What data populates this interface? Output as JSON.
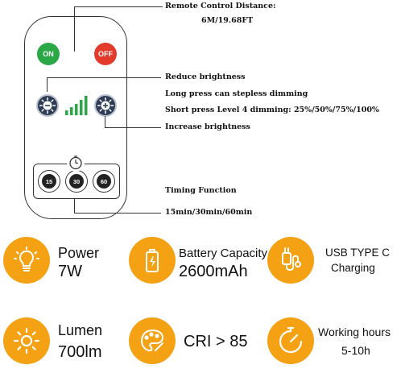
{
  "remote": {
    "on_label": "ON",
    "off_label": "OFF",
    "timer_labels": [
      "15",
      "30",
      "60"
    ]
  },
  "annotations": {
    "distance_title": "Remote Control Distance:",
    "distance_value": "6M/19.68FT",
    "reduce": "Reduce brightness",
    "long_press": "Long press can stepless dimming",
    "short_press": "Short press Level 4 dimming: 25%/50%/75%/100%",
    "increase": "Increase brightness",
    "timing_title": "Timing Function",
    "timing_values": "15min/30min/60min"
  },
  "features": {
    "power": {
      "title": "Power",
      "value": "7W",
      "icon": "bulb-icon"
    },
    "battery": {
      "title": "Battery Capacity",
      "value": "2600mAh",
      "icon": "battery-icon"
    },
    "usb": {
      "title": "USB TYPE C",
      "value": "Charging",
      "icon": "usb-plug-icon"
    },
    "lumen": {
      "title": "Lumen",
      "value": "700lm",
      "icon": "sun-icon"
    },
    "cri": {
      "title": "CRI > 85",
      "icon": "palette-icon"
    },
    "hours": {
      "title": "Working hours",
      "value": "5-10h",
      "icon": "stopwatch-icon"
    }
  },
  "colors": {
    "accent": "#f5a114",
    "on": "#2aa845",
    "off": "#e23b2c",
    "dim_button": "#2e3d55"
  }
}
